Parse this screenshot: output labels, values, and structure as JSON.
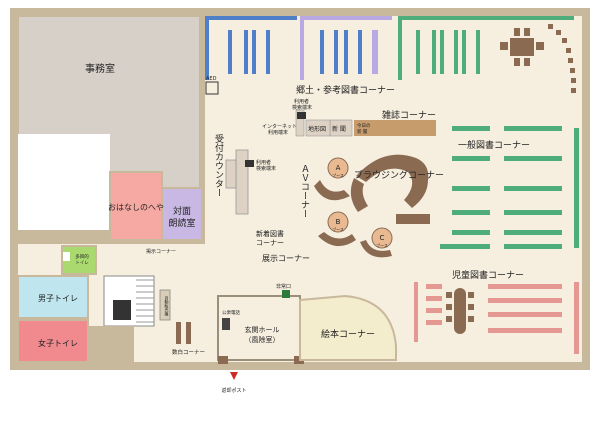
{
  "rooms": {
    "office": "事務室",
    "storytelling": "おはなしのへや",
    "reading_aloud_1": "対面",
    "reading_aloud_2": "朗読室",
    "multipurpose_toilet_1": "多目的",
    "multipurpose_toilet_2": "トイレ",
    "mens_toilet": "男子トイレ",
    "womens_toilet": "女子トイレ",
    "picture_book": "絵本コーナー",
    "entrance_hall_1": "玄関ホール",
    "entrance_hall_2": "（風除室）"
  },
  "corners": {
    "local_reference": "郷土・参考図書コーナー",
    "magazine": "雑誌コーナー",
    "general_books": "一般図書コーナー",
    "browsing": "ブラウジングコーナー",
    "childrens_books": "児童図書コーナー",
    "reception": "受付カウンター",
    "av_corner": "ＡＶコーナー",
    "new_books_1": "新着図書",
    "new_books_2": "コーナー",
    "exhibition": "展示コーナー",
    "display_corner_small": "掲示コーナー",
    "numerical_corner": "数白コーナー"
  },
  "labels": {
    "aed": "AED",
    "user_search_terminal_1": "利用者",
    "user_search_terminal_2": "検索端末",
    "user_terminal_top_1": "利用者",
    "user_terminal_top_2": "検索端末",
    "internet_terminal_1": "インターネット",
    "internet_terminal_2": "利用端末",
    "map_stand": "地形図",
    "newspaper": "新 聞",
    "todays_newspaper_1": "今日の",
    "todays_newspaper_2": "新 聞",
    "booth_a": "A",
    "booth_b": "B",
    "booth_c": "C",
    "booth_word": "ブース",
    "emergency_exit": "非常口",
    "public_phone": "公衆電話",
    "return_post": "返却ポスト",
    "vending": "自動販売機"
  },
  "colors": {
    "wall": "#c9b99c",
    "floor": "#f6efe0",
    "office": "#d6d0c8",
    "storytelling": "#f6a8a2",
    "reading": "#c9b8e4",
    "mens": "#bfe6ee",
    "womens": "#f08a8e",
    "multipurpose": "#a9d96f",
    "picture_book": "#f3eccd",
    "green_shelf": "#4ead7a",
    "pink_shelf": "#e59791",
    "blue_shelf": "#4f7fc8",
    "lavender_shelf": "#b9a9e3",
    "wood": "#c69c6d",
    "dark_wood": "#8a6b52"
  }
}
